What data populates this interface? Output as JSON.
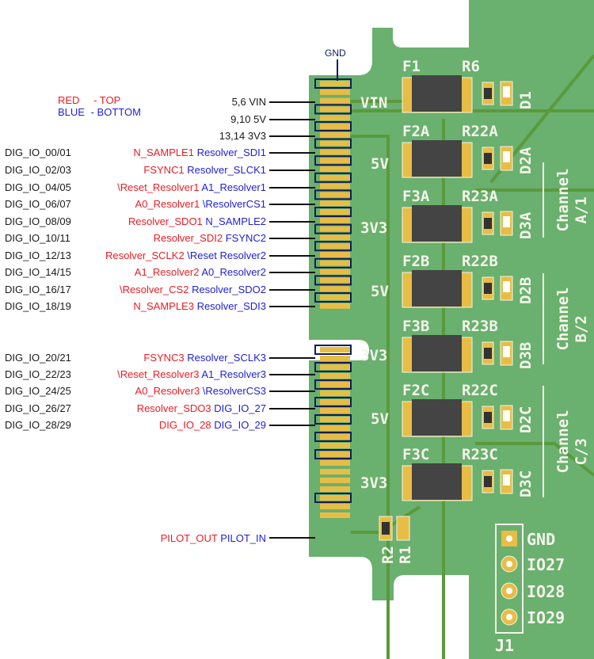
{
  "legend": {
    "red_label": "RED",
    "red_meaning": "- TOP",
    "blue_label": "BLUE",
    "blue_meaning": "- BOTTOM"
  },
  "colors": {
    "top_red": "#ee1c24",
    "bottom_blue": "#1f1fd6",
    "pcb_green": "#6ab06e",
    "trace_green": "#5a9a3c",
    "pad_gold": "#e8bd45",
    "silkscreen": "#f4f4ec",
    "outline_navy": "#0d1f5c"
  },
  "gnd_callout": "GND",
  "power_pins": [
    {
      "pins": "5,6 VIN"
    },
    {
      "pins": "9,10 5V"
    },
    {
      "pins": "13,14 3V3"
    }
  ],
  "signal_rows": [
    {
      "dig": "DIG_IO_00/01",
      "top": "N_SAMPLE1",
      "bottom": "Resolver_SDI1"
    },
    {
      "dig": "DIG_IO_02/03",
      "top": "FSYNC1",
      "bottom": "Resolver_SLCK1"
    },
    {
      "dig": "DIG_IO_04/05",
      "top": "\\Reset_Resolver1",
      "bottom": "A1_Resolver1"
    },
    {
      "dig": "DIG_IO_06/07",
      "top": "A0_Resolver1",
      "bottom": "\\ResolverCS1"
    },
    {
      "dig": "DIG_IO_08/09",
      "top": "Resolver_SDO1",
      "bottom": "N_SAMPLE2"
    },
    {
      "dig": "DIG_IO_10/11",
      "top": "Resolver_SDI2",
      "bottom": "FSYNC2"
    },
    {
      "dig": "DIG_IO_12/13",
      "top": "Resolver_SCLK2",
      "bottom": "\\Reset Resolver2"
    },
    {
      "dig": "DIG_IO_14/15",
      "top": "A1_Resolver2",
      "bottom": "A0_Resolver2"
    },
    {
      "dig": "DIG_IO_16/17",
      "top": "\\Resolver_CS2",
      "bottom": "Resolver_SDO2"
    },
    {
      "dig": "DIG_IO_18/19",
      "top": "N_SAMPLE3",
      "bottom": "Resolver_SDI3"
    },
    {
      "dig": "DIG_IO_20/21",
      "top": "FSYNC3",
      "bottom": "Resolver_SCLK3"
    },
    {
      "dig": "DIG_IO_22/23",
      "top": "\\Reset_Resolver3",
      "bottom": "A1_Resolver3"
    },
    {
      "dig": "DIG_IO_24/25",
      "top": "A0_Resolver3",
      "bottom": "\\ResolverCS3"
    },
    {
      "dig": "DIG_IO_26/27",
      "top": "Resolver_SDO3",
      "bottom": "DIG_IO_27"
    },
    {
      "dig": "DIG_IO_28/29",
      "top": "DIG_IO_28",
      "bottom": "DIG_IO_29"
    }
  ],
  "pilot": {
    "top": "PILOT_OUT",
    "bottom": "PILOT_IN"
  },
  "rail_labels": [
    "VIN",
    "5V",
    "3V3",
    "5V",
    "3V3",
    "5V",
    "3V3"
  ],
  "fuses": [
    {
      "fuse": "F1",
      "resistor": "R6",
      "led": "D1"
    },
    {
      "fuse": "F2A",
      "resistor": "R22A",
      "led": "D2A"
    },
    {
      "fuse": "F3A",
      "resistor": "R23A",
      "led": "D3A"
    },
    {
      "fuse": "F2B",
      "resistor": "R22B",
      "led": "D2B"
    },
    {
      "fuse": "F3B",
      "resistor": "R23B",
      "led": "D3B"
    },
    {
      "fuse": "F2C",
      "resistor": "R22C",
      "led": "D2C"
    },
    {
      "fuse": "F3C",
      "resistor": "R23C",
      "led": "D3C"
    }
  ],
  "channels": [
    {
      "line1": "Channel",
      "line2": "A/1"
    },
    {
      "line1": "Channel",
      "line2": "B/2"
    },
    {
      "line1": "Channel",
      "line2": "C/3"
    }
  ],
  "pilot_resistors": [
    "R2",
    "R1"
  ],
  "header": {
    "ref": "J1",
    "pins": [
      "GND",
      "IO27",
      "IO28",
      "IO29"
    ]
  }
}
